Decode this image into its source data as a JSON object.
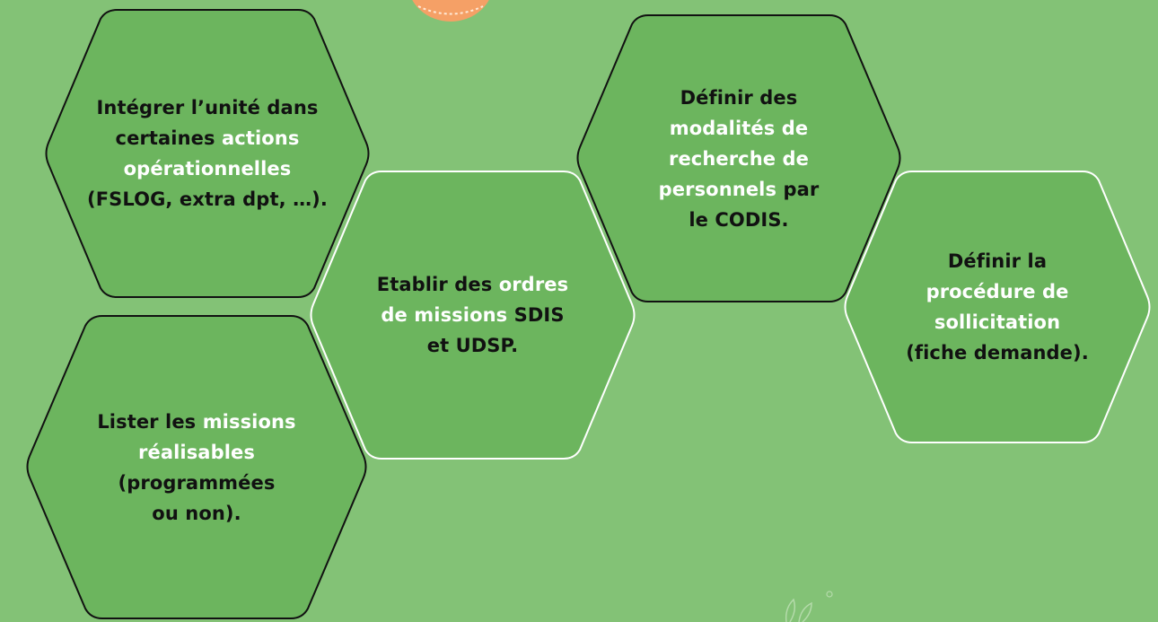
{
  "hexagons": [
    {
      "id": "actions",
      "lines": [
        [
          {
            "t": "Intégrer l’unité dans",
            "hl": false
          }
        ],
        [
          {
            "t": "certaines ",
            "hl": false
          },
          {
            "t": "actions",
            "hl": true
          }
        ],
        [
          {
            "t": "opérationnelles",
            "hl": true
          }
        ],
        [
          {
            "t": "(FSLOG, extra dpt, …).",
            "hl": false
          }
        ]
      ]
    },
    {
      "id": "missions",
      "lines": [
        [
          {
            "t": "Lister les ",
            "hl": false
          },
          {
            "t": "missions",
            "hl": true
          }
        ],
        [
          {
            "t": "réalisables",
            "hl": true
          }
        ],
        [
          {
            "t": "(programmées",
            "hl": false
          }
        ],
        [
          {
            "t": "ou non).",
            "hl": false
          }
        ]
      ]
    },
    {
      "id": "ordres",
      "lines": [
        [
          {
            "t": "Etablir des ",
            "hl": false
          },
          {
            "t": "ordres",
            "hl": true
          }
        ],
        [
          {
            "t": "de missions",
            "hl": true
          },
          {
            "t": " SDIS",
            "hl": false
          }
        ],
        [
          {
            "t": "et UDSP.",
            "hl": false
          }
        ]
      ]
    },
    {
      "id": "modalites",
      "lines": [
        [
          {
            "t": "Définir des",
            "hl": false
          }
        ],
        [
          {
            "t": "modalités de",
            "hl": true
          }
        ],
        [
          {
            "t": "recherche de",
            "hl": true
          }
        ],
        [
          {
            "t": "personnels",
            "hl": true
          },
          {
            "t": " par",
            "hl": false
          }
        ],
        [
          {
            "t": "le CODIS.",
            "hl": false
          }
        ]
      ]
    },
    {
      "id": "procedure",
      "lines": [
        [
          {
            "t": "Définir la",
            "hl": false
          }
        ],
        [
          {
            "t": "procédure de",
            "hl": true
          }
        ],
        [
          {
            "t": "sollicitation",
            "hl": true
          }
        ],
        [
          {
            "t": "(fiche demande).",
            "hl": false
          }
        ]
      ]
    }
  ],
  "colors": {
    "background": "#83c276",
    "hexagon_fill": "#6cb55e",
    "text": "#111111",
    "highlight": "#ffffff",
    "badge": "#f5a066"
  }
}
